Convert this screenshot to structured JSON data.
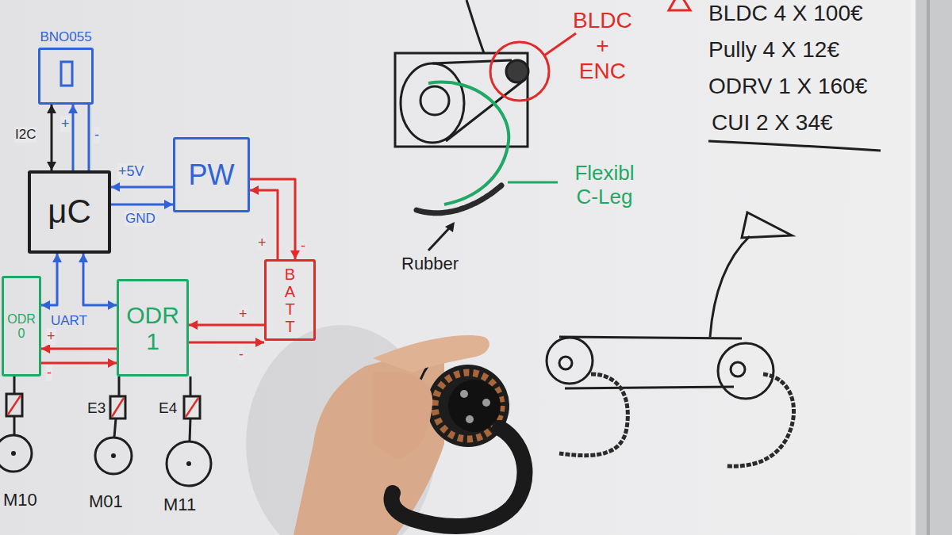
{
  "diagram": {
    "nodes": [
      {
        "text": [
          "BNO055"
        ]
      },
      {
        "text": [
          "μC"
        ]
      },
      {
        "text": [
          "PW"
        ]
      },
      {
        "text": [
          "BATT"
        ]
      },
      {
        "text": [
          "ODR 0"
        ]
      },
      {
        "text": [
          "ODR 1"
        ]
      }
    ],
    "edges": [
      {
        "from": 0,
        "to": 1,
        "arrow": "both",
        "label": "I2C"
      },
      {
        "from": 1,
        "to": 0,
        "arrow": "to",
        "label": "+"
      },
      {
        "from": 0,
        "to": 1,
        "arrow": "none",
        "label": "-"
      },
      {
        "from": 2,
        "to": 1,
        "arrow": "to",
        "label": "+5V"
      },
      {
        "from": 1,
        "to": 2,
        "arrow": "to",
        "label": "GND"
      },
      {
        "from": 3,
        "to": 2,
        "arrow": "to",
        "label": "+"
      },
      {
        "from": 2,
        "to": 3,
        "arrow": "to",
        "label": "-"
      },
      {
        "from": 3,
        "to": 5,
        "arrow": "to",
        "label": "+"
      },
      {
        "from": 5,
        "to": 3,
        "arrow": "to",
        "label": "-"
      },
      {
        "from": 5,
        "to": 4,
        "arrow": "to",
        "label": "+"
      },
      {
        "from": 4,
        "to": 5,
        "arrow": "to",
        "label": "-"
      },
      {
        "from": 1,
        "to": 4,
        "arrow": "both"
      },
      {
        "from": 1,
        "to": 5,
        "arrow": "both"
      }
    ],
    "labels": [
      "UART",
      "E3",
      "E4",
      "M10",
      "M01",
      "M11",
      "BLDC + ENC",
      "Flexibl C-Leg",
      "Rubber",
      "BLDC 4 X 100€",
      "Pully 4 X 12€",
      "ODRV 1 X 160€",
      "CUI 2 X 34€"
    ]
  }
}
